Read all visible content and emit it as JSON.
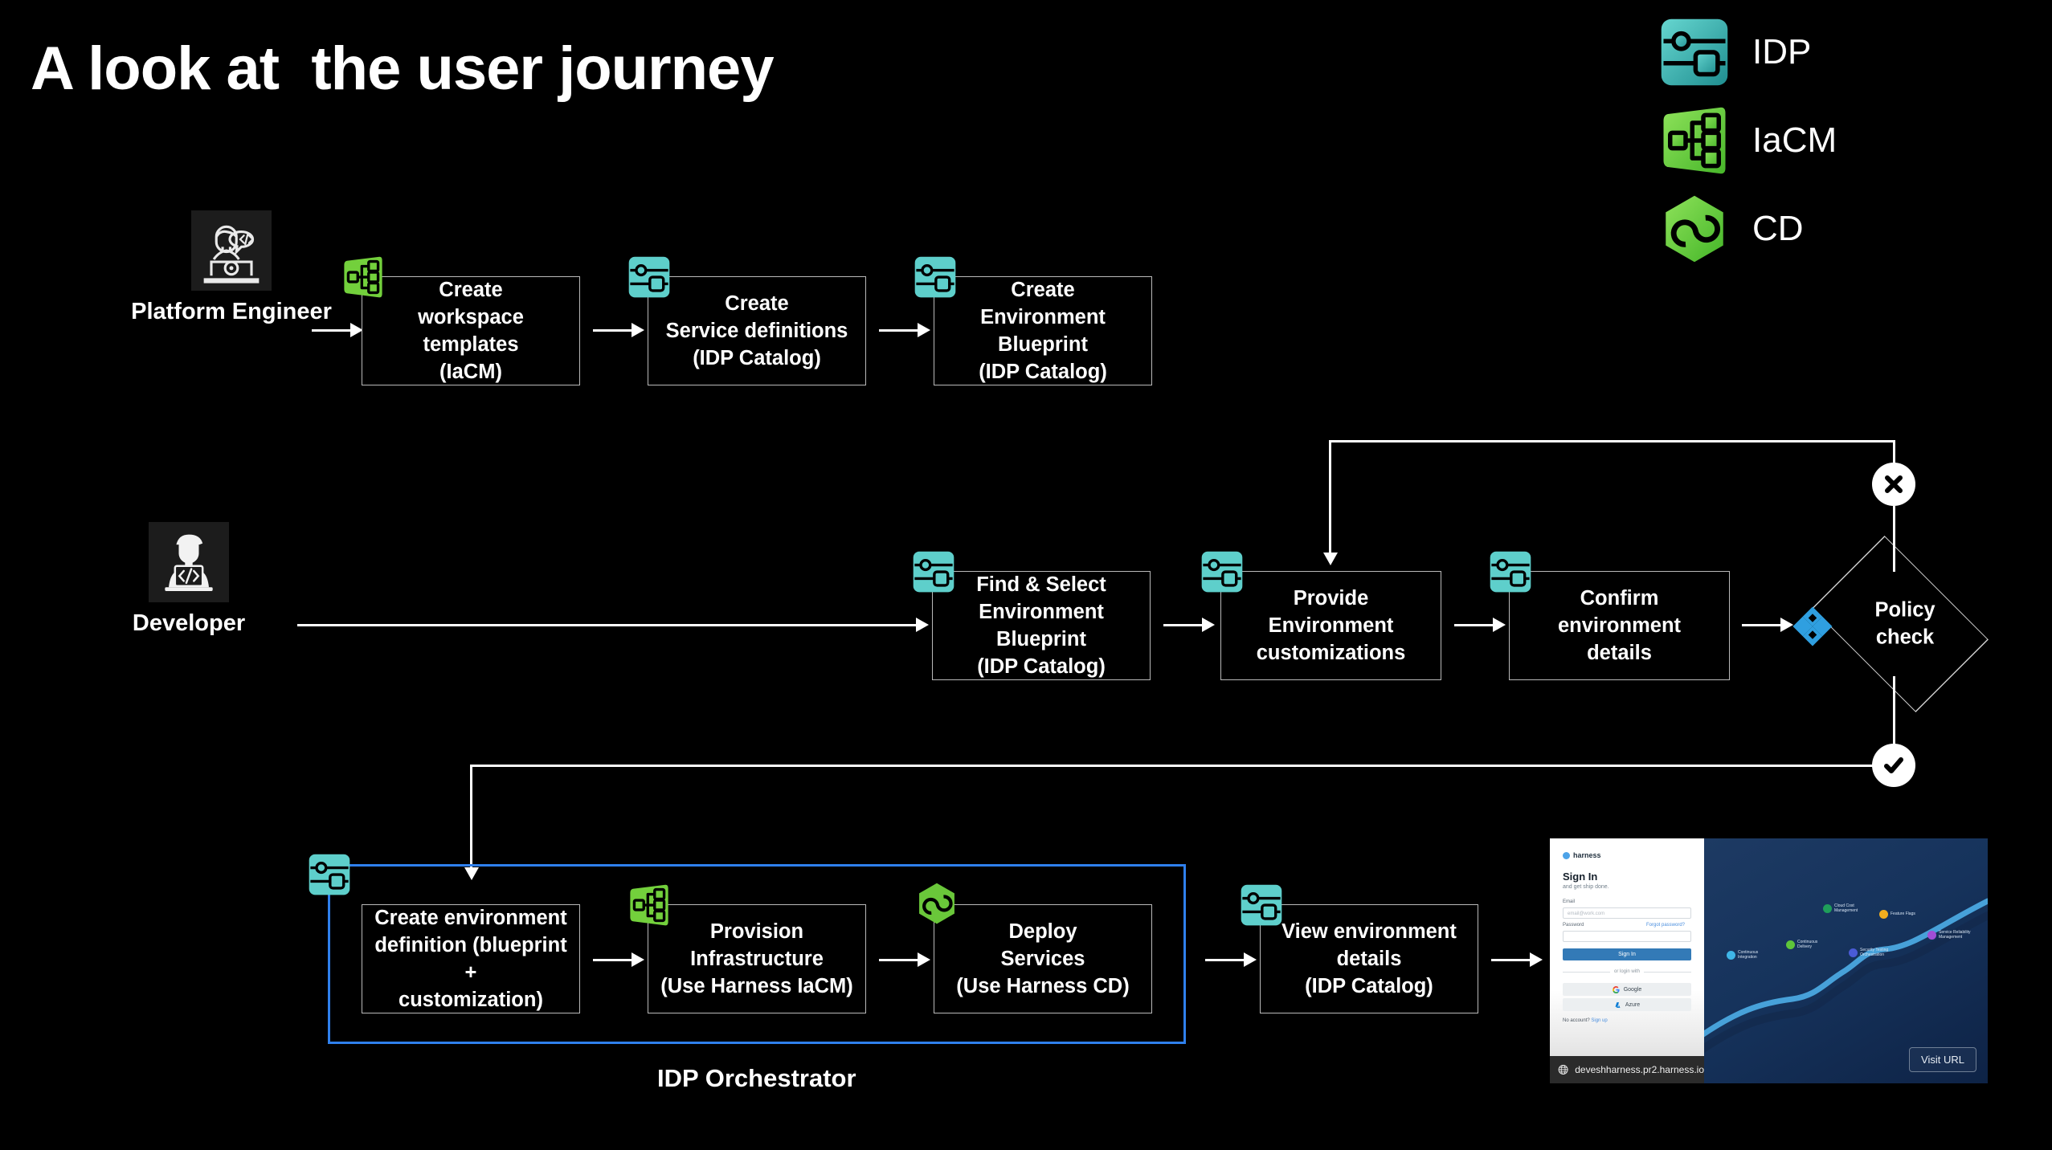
{
  "slide": {
    "title": "A look at  the user journey",
    "background": "#000000"
  },
  "legend": {
    "items": [
      {
        "label": "IDP",
        "icon": "idp-icon",
        "color": "#5ecfcb"
      },
      {
        "label": "IaCM",
        "icon": "iacm-icon",
        "color": "#73d03c"
      },
      {
        "label": "CD",
        "icon": "cd-icon",
        "color": "#6ac73a"
      }
    ]
  },
  "personas": [
    {
      "name": "Platform Engineer",
      "icon": "platform-engineer-avatar"
    },
    {
      "name": "Developer",
      "icon": "developer-avatar"
    }
  ],
  "rows": {
    "platform_engineer": {
      "steps": [
        {
          "text": "Create\nworkspace templates\n(IaCM)",
          "icon": "iacm-icon"
        },
        {
          "text": "Create\nService definitions\n(IDP Catalog)",
          "icon": "idp-icon"
        },
        {
          "text": "Create\nEnvironment Blueprint\n(IDP Catalog)",
          "icon": "idp-icon"
        }
      ]
    },
    "developer": {
      "steps": [
        {
          "text": "Find & Select\nEnvironment Blueprint\n(IDP Catalog)",
          "icon": "idp-icon"
        },
        {
          "text": "Provide\nEnvironment\ncustomizations",
          "icon": "idp-icon"
        },
        {
          "text": "Confirm environment\ndetails",
          "icon": "idp-icon"
        }
      ],
      "decision": {
        "label": "Policy\ncheck",
        "icon": "policy-icon",
        "icon_color": "#2f9fe0",
        "reject_badge": "x-icon",
        "approve_badge": "check-icon"
      }
    },
    "orchestrator": {
      "frame_label": "IDP Orchestrator",
      "frame_color": "#2f80ed",
      "frame_icon": "idp-icon",
      "steps": [
        {
          "text": "Create environment\ndefinition (blueprint +\ncustomization)",
          "icon": null
        },
        {
          "text": "Provision\nInfrastructure\n(Use Harness IaCM)",
          "icon": "iacm-icon"
        },
        {
          "text": "Deploy\nServices\n(Use Harness CD)",
          "icon": "cd-icon"
        }
      ],
      "after": [
        {
          "text": "View environment\ndetails\n(IDP Catalog)",
          "icon": "idp-icon"
        }
      ]
    }
  },
  "thumbnail": {
    "brand": "harness",
    "heading": "Sign In",
    "subheading": "and get ship done.",
    "email_label": "Email",
    "email_placeholder": "email@work.com",
    "password_label": "Password",
    "forgot_link": "Forgot password?",
    "signin_button": "Sign In",
    "divider_text": "or login with",
    "oauth": [
      "Google",
      "Azure"
    ],
    "no_account": "No account?",
    "signup_link": "Sign up",
    "url": "deveshharness.pr2.harness.io",
    "visit_button": "Visit URL",
    "journey_nodes": [
      {
        "label": "Continuous\nIntegration",
        "color": "#3fb6e8"
      },
      {
        "label": "Continuous\nDelivery",
        "color": "#5ec63a"
      },
      {
        "label": "Cloud Cost\nManagement",
        "color": "#1f9e5a"
      },
      {
        "label": "Feature Flags",
        "color": "#f0ad1f"
      },
      {
        "label": "Security Testing\nOrchestration",
        "color": "#4a5bd6"
      },
      {
        "label": "Service Reliability\nManagement",
        "color": "#a14ed6"
      }
    ]
  }
}
